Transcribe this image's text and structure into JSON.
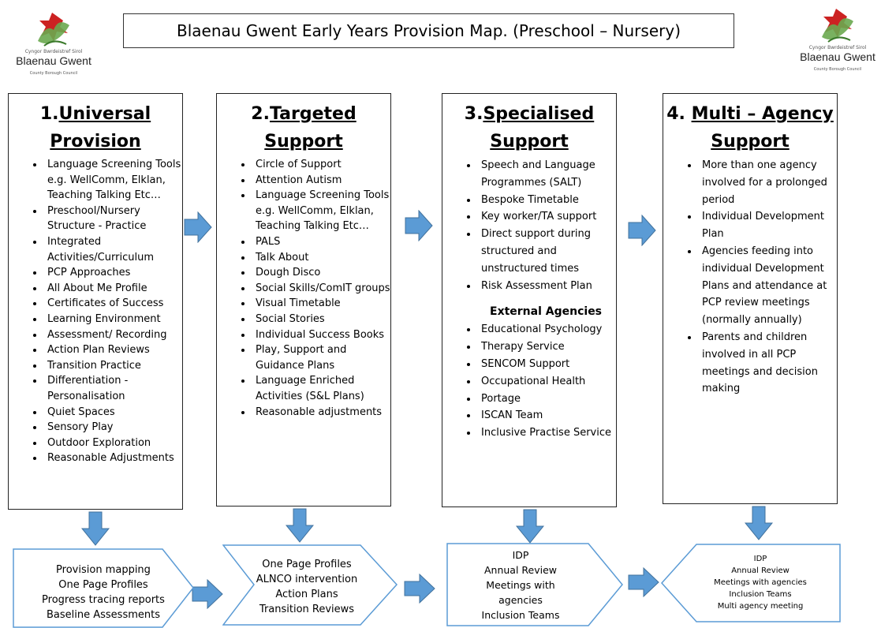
{
  "title": "Blaenau Gwent Early Years Provision Map.  (Preschool – Nursery)",
  "logo": {
    "welsh": "Cyngor Bwrdeistref Sirol",
    "name": "Blaenau Gwent",
    "sub": "County Borough Council"
  },
  "columns": [
    {
      "num": "1.",
      "title_line1": "Universal",
      "title_line2": "Provision",
      "items": [
        "Language Screening Tools e.g.  WellComm, Elklan, Teaching Talking Etc…",
        "Preschool/Nursery Structure - Practice",
        "Integrated Activities/Curriculum",
        "PCP Approaches",
        "All About Me Profile",
        "Certificates of Success",
        "Learning Environment",
        "Assessment/ Recording",
        "Action Plan Reviews",
        "Transition Practice",
        "Differentiation - Personalisation",
        "Quiet Spaces",
        "Sensory Play",
        "Outdoor Exploration",
        "Reasonable Adjustments"
      ]
    },
    {
      "num": "2.",
      "title_line1": "Targeted",
      "title_line2": "Support",
      "items": [
        "Circle of Support",
        "Attention Autism",
        "Language Screening Tools e.g.  WellComm, Elklan, Teaching Talking Etc…",
        "PALS",
        "Talk About",
        "Dough Disco",
        "Social Skills/ComIT groups",
        "Visual Timetable",
        "Social Stories",
        "Individual Success Books",
        "Play, Support and Guidance Plans",
        "Language Enriched Activities (S&L Plans)",
        "Reasonable adjustments"
      ]
    },
    {
      "num": "3.",
      "title_line1": "Specialised",
      "title_line2": "Support",
      "items": [
        "Speech and Language Programmes (SALT)",
        "Bespoke Timetable",
        "Key worker/TA support",
        "Direct support during structured and unstructured times",
        "Risk Assessment Plan"
      ],
      "external_heading": "External Agencies",
      "external_items": [
        "Educational Psychology",
        "Therapy Service",
        "SENCOM Support",
        "Occupational Health",
        "Portage",
        "ISCAN Team",
        "Inclusive Practise Service"
      ]
    },
    {
      "num": "4.",
      "title_line1": "Multi – Agency",
      "title_line2": "Support",
      "items": [
        "More than one agency involved for a prolonged period",
        "Individual Development Plan",
        "Agencies feeding into individual Development Plans and attendance at PCP review meetings (normally annually)",
        "Parents and children involved in all PCP meetings and decision making"
      ]
    }
  ],
  "bottom_boxes": [
    {
      "lines": [
        "Provision mapping",
        "One Page Profiles",
        "Progress tracing reports",
        "Baseline Assessments"
      ]
    },
    {
      "lines": [
        "One Page Profiles",
        "ALNCO intervention",
        "Action Plans",
        "Transition Reviews"
      ]
    },
    {
      "lines": [
        "IDP",
        "Annual Review",
        "Meetings with",
        "agencies",
        "Inclusion Teams"
      ]
    },
    {
      "lines": [
        "IDP",
        "Annual Review",
        "Meetings with agencies",
        "Inclusion Teams",
        "Multi agency meeting"
      ]
    }
  ],
  "colors": {
    "arrow": "#5b9bd5",
    "arrow_stroke": "#41719c",
    "bottom_border": "#5b9bd5",
    "logo_green": "#6aa84f",
    "logo_red": "#cc2222"
  }
}
